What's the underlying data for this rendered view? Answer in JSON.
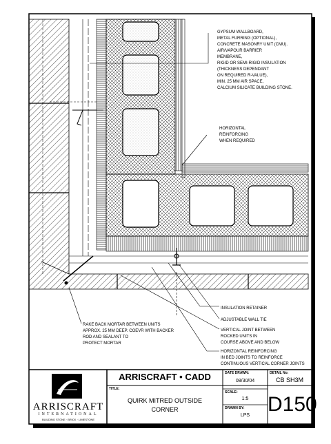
{
  "drawing": {
    "label_top": [
      "GYPSUM WALLBOARD,",
      "METAL FURRING (OPTIONAL),",
      "CONCRETE MASONRY UNIT (CMU).",
      "AIR/VAPOUR BARRIER",
      "MEMBRANE,",
      "RIGID OR SEMI-RIGID INSULATION",
      "(THICKNESS DEPENDANT",
      "ON REQUIRED R-VALUE),",
      "MIN. 25 MM AIR SPACE,",
      "CALCIUM SILICATE BUILDING STONE."
    ],
    "label_reinf_upper": [
      "HORIZONTAL",
      "REINFORCING",
      "WHEN REQUIRED"
    ],
    "label_rake": [
      "RAKE BACK MORTAR BETWEEN UNITS",
      "APPROX. 25 MM DEEP. COEVR WITH BACKER",
      "ROD AND SEALANT TO",
      "PROTECT MORTAR"
    ],
    "label_insulation_retainer": "INSULATION RETAINER",
    "label_wall_tie": "ADJUSTABLE WALL TIE",
    "label_vertical_joint": [
      "VERTICAL JOINT BETWEEN",
      "ROCKED UNITS IN",
      "COURSE ABOVE AND BELOW"
    ],
    "label_reinf_lower": [
      "HORIZONTAL REINFORCING",
      "IN BED JOINTS TO REINFORCE",
      "CONTINUOUS VERTICAL CORNER JOINTS"
    ]
  },
  "title_block": {
    "company_name": "ARRISCRAFT",
    "company_sub": "INTERNATIONAL",
    "company_tagline": "BUILDING STONE · BRICK · LIMESTONE",
    "header": "ARRISCRAFT • CADD",
    "title_label": "TITLE:",
    "title_line1": "QUIRK MITRED OUTSIDE",
    "title_line2": "CORNER",
    "date_label": "DATE DRAWN:",
    "date_value": "08/30/04",
    "scale_label": "SCALE:",
    "scale_value": "1:5",
    "drawn_label": "DRAWN BY:",
    "drawn_value": "LPS",
    "detail_label": "DETAIL No:",
    "detail_code": "CB SH3M",
    "detail_number": "D150"
  }
}
